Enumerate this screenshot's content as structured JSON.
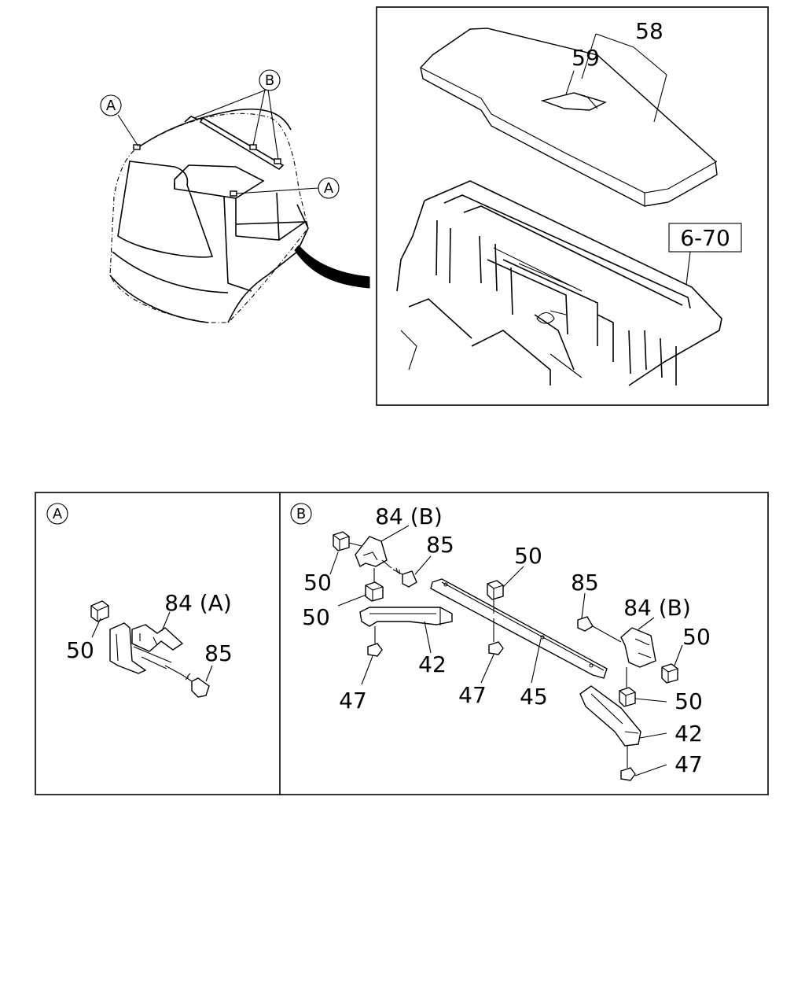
{
  "detail_markers": {
    "a": "A",
    "b": "B"
  },
  "overview": {
    "callouts": {
      "part_58": "58",
      "part_59": "59",
      "ref_6_70": "6-70"
    }
  },
  "detail_a": {
    "labels": {
      "part_50": "50",
      "part_84a": "84 (A)",
      "part_85": "85"
    }
  },
  "detail_b": {
    "labels": {
      "part_84b_left": "84 (B)",
      "part_85_left": "85",
      "part_50_top_left": "50",
      "part_50_mid_left": "50",
      "part_50_center": "50",
      "part_42_left": "42",
      "part_47_left": "47",
      "part_47_center": "47",
      "part_45": "45",
      "part_85_right": "85",
      "part_84b_right": "84 (B)",
      "part_50_right_top": "50",
      "part_50_right_bottom": "50",
      "part_42_right": "42",
      "part_47_right": "47"
    }
  }
}
